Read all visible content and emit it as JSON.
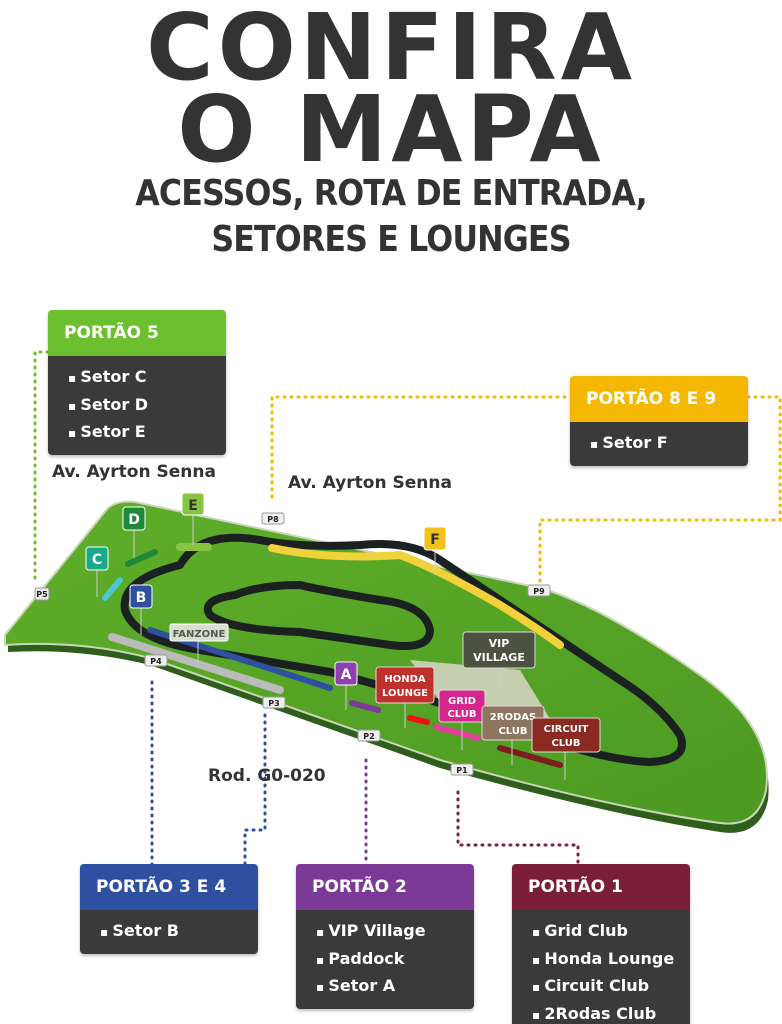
{
  "title": {
    "line1": "CONFIRA",
    "line2": "O MAPA",
    "sub1": "ACESSOS, ROTA DE ENTRADA,",
    "sub2": "SETORES E LOUNGES"
  },
  "roads": {
    "top_left": "Av. Ayrton Senna",
    "top_center": "Av. Ayrton Senna",
    "bottom": "Rod. G0-020"
  },
  "gates": [
    {
      "title": "PORTÃO 5",
      "color": "#6cbf2e",
      "items": [
        "Setor C",
        "Setor D",
        "Setor E"
      ]
    },
    {
      "title": "PORTÃO 8 E 9",
      "color": "#f5b800",
      "items": [
        "Setor F"
      ]
    },
    {
      "title": "PORTÃO 3 E 4",
      "color": "#2f4fa0",
      "items": [
        "Setor B"
      ]
    },
    {
      "title": "PORTÃO 2",
      "color": "#7b3a96",
      "items": [
        "VIP Village",
        "Paddock",
        "Setor A"
      ]
    },
    {
      "title": "PORTÃO 1",
      "color": "#7a1e3a",
      "items": [
        "Grid Club",
        "Honda Lounge",
        "Circuit Club",
        "2Rodas Club"
      ]
    }
  ],
  "map": {
    "sectors": {
      "A": "A",
      "B": "B",
      "C": "C",
      "D": "D",
      "E": "E",
      "F": "F"
    },
    "parking": {
      "p1": "P1",
      "p2": "P2",
      "p3": "P3",
      "p4": "P4",
      "p5": "P5",
      "p8": "P8",
      "p9": "P9"
    },
    "zones": {
      "fanzone": "FANZONE",
      "vip1": "VIP",
      "vip2": "VILLAGE",
      "honda1": "HONDA",
      "honda2": "LOUNGE",
      "grid1": "GRID",
      "grid2": "CLUB",
      "rodas1": "2RODAS",
      "rodas2": "CLUB",
      "circuit1": "CIRCUIT",
      "circuit2": "CLUB"
    }
  }
}
